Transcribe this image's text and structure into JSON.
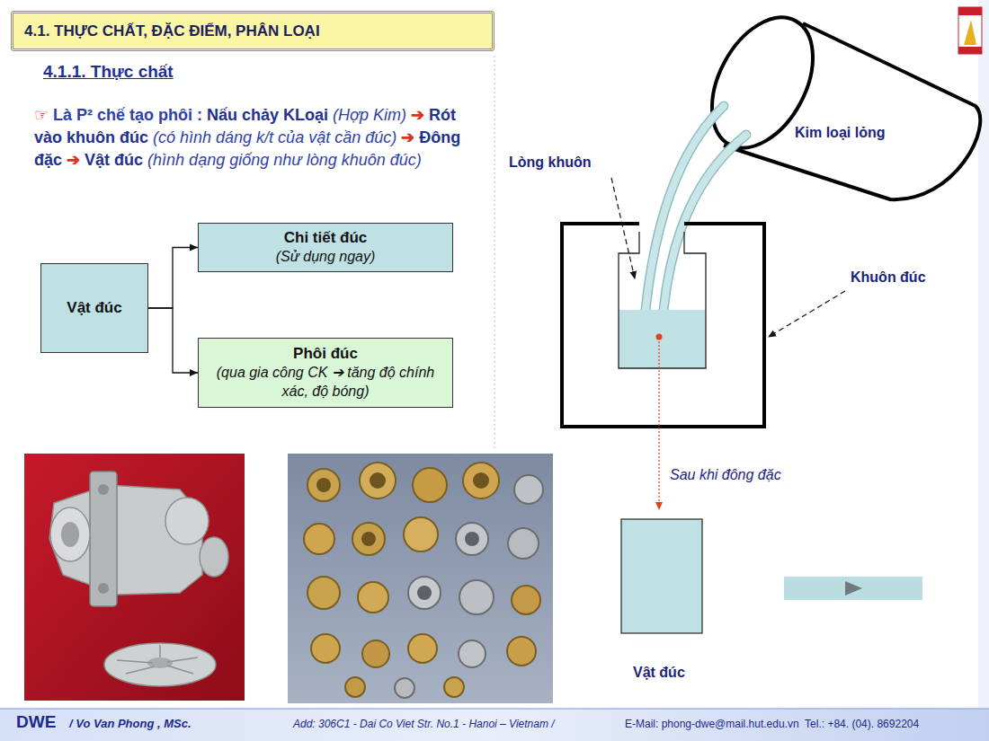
{
  "diagram": {
    "title": "4.1. THỰC CHẤT, ĐẶC ĐIỂM, PHÂN LOẠI",
    "nodes": [
      {
        "text": [
          "Vật đúc"
        ]
      },
      {
        "text": [
          "Chi tiết đúc",
          "(Sử dụng ngay)"
        ]
      },
      {
        "text": [
          "Phôi đúc",
          "(qua gia công CK ➔ tăng độ chính xác, độ bóng)"
        ]
      }
    ],
    "edges": [
      {
        "from": 0,
        "to": 1,
        "arrow": "to"
      },
      {
        "from": 0,
        "to": 2,
        "arrow": "to"
      }
    ],
    "labels": [
      "4.1.1. Thực chất",
      "☞",
      "Là P² chế tạo phôi  :",
      "Nấu chảy KLoại",
      "(Hợp Kim)",
      "➔",
      "Rót vào khuôn đúc",
      "(có hình dáng k/t của vật cần đúc)",
      "➔",
      "Đông đặc",
      "➔",
      "Vật đúc",
      "(hình dạng giống như lòng khuôn đúc)",
      "Kim loại lỏng",
      "Lòng khuôn",
      "Khuôn đúc",
      "Sau khi đông đặc",
      "Vật đúc",
      "DWE",
      "/ Vo Van Phong , MSc.",
      "Add: 306C1 - Dai Co Viet Str. No.1 - Hanoi – Vietnam /",
      "E-Mail: phong-dwe@mail.hut.edu.vn  Tel.: +84. (04). 8692204"
    ]
  }
}
